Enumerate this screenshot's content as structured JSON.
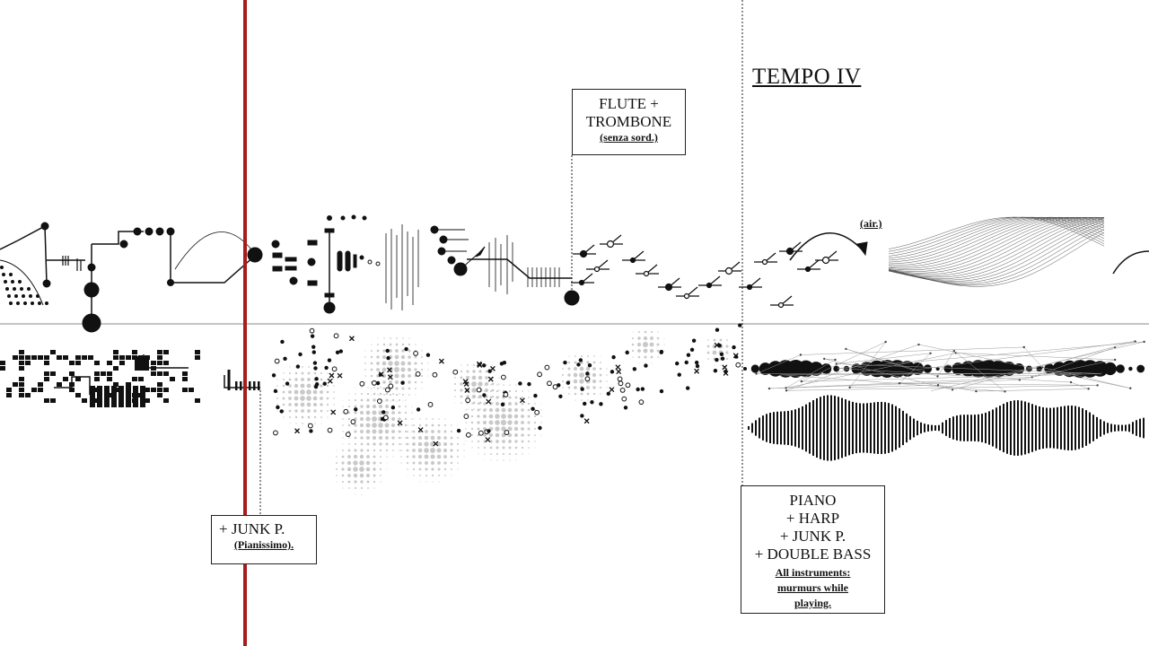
{
  "labels": {
    "tempo": "TEMPO IV",
    "air": "(air.)"
  },
  "flute_box": {
    "line1": "FLUTE +",
    "line2": "TROMBONE",
    "note": "(senza sord.)"
  },
  "junk_box": {
    "line1": "+   JUNK P.",
    "note": "(Pianissimo)."
  },
  "piano_box": {
    "line1": "PIANO",
    "line2": "+ HARP",
    "line3": "+ JUNK P.",
    "line4": "+ DOUBLE BASS",
    "note1": "All instruments:",
    "note2": "murmurs while",
    "note3": "playing."
  },
  "colors": {
    "ink": "#111111",
    "playhead": "#a51d1d",
    "cloud": "#c9c9c9",
    "staff": "#888888"
  }
}
